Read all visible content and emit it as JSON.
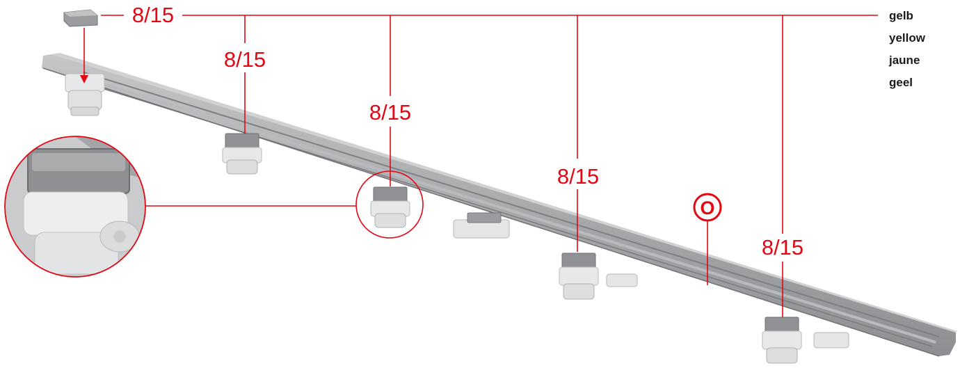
{
  "colors": {
    "accent": "#e30613",
    "rail": "#a5a7aa",
    "rail_dark": "#8a8c8f",
    "cap": "#8f9194",
    "clip": "#e4e6e8"
  },
  "part_callouts": {
    "top": "8/15",
    "clip_1": "8/15",
    "clip_2": "8/15",
    "clip_3": "8/15",
    "clip_4": "8/15"
  },
  "rail_badge": "O",
  "color_names": [
    "gelb",
    "yellow",
    "jaune",
    "geel"
  ],
  "icons": [
    "loose-cap-icon",
    "magnifier-circle",
    "down-arrow-icon"
  ]
}
